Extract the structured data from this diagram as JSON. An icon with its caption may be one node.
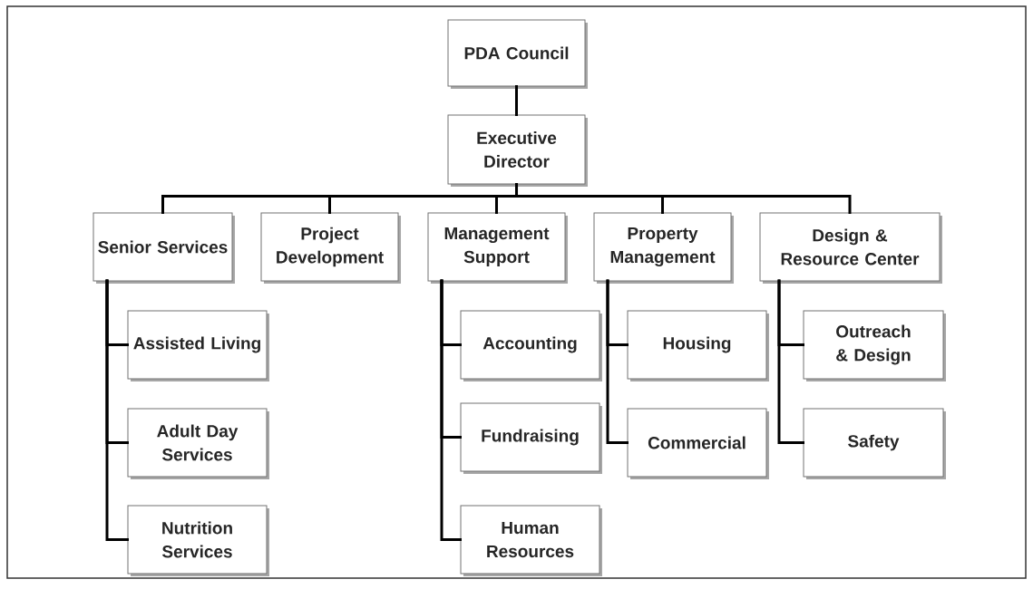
{
  "diagram": {
    "nodes": [
      {
        "text": [
          "PDA Council"
        ]
      },
      {
        "text": [
          "Executive Director"
        ]
      },
      {
        "text": [
          "Senior Services"
        ]
      },
      {
        "text": [
          "Project Development"
        ]
      },
      {
        "text": [
          "Management Support"
        ]
      },
      {
        "text": [
          "Property Management"
        ]
      },
      {
        "text": [
          "Design & Resource Center"
        ]
      },
      {
        "text": [
          "Assisted Living"
        ]
      },
      {
        "text": [
          "Adult Day Services"
        ]
      },
      {
        "text": [
          "Nutrition Services"
        ]
      },
      {
        "text": [
          "Accounting"
        ]
      },
      {
        "text": [
          "Fundraising"
        ]
      },
      {
        "text": [
          "Human Resources"
        ]
      },
      {
        "text": [
          "Housing"
        ]
      },
      {
        "text": [
          "Commercial"
        ]
      },
      {
        "text": [
          "Outreach & Design"
        ]
      },
      {
        "text": [
          "Safety"
        ]
      }
    ],
    "edges": [
      {
        "from": 0,
        "to": 1,
        "arrow": "none"
      },
      {
        "from": 1,
        "to": 2,
        "arrow": "none"
      },
      {
        "from": 1,
        "to": 3,
        "arrow": "none"
      },
      {
        "from": 1,
        "to": 4,
        "arrow": "none"
      },
      {
        "from": 1,
        "to": 5,
        "arrow": "none"
      },
      {
        "from": 1,
        "to": 6,
        "arrow": "none"
      },
      {
        "from": 2,
        "to": 7,
        "arrow": "none"
      },
      {
        "from": 2,
        "to": 8,
        "arrow": "none"
      },
      {
        "from": 2,
        "to": 9,
        "arrow": "none"
      },
      {
        "from": 4,
        "to": 10,
        "arrow": "none"
      },
      {
        "from": 4,
        "to": 11,
        "arrow": "none"
      },
      {
        "from": 4,
        "to": 12,
        "arrow": "none"
      },
      {
        "from": 5,
        "to": 13,
        "arrow": "none"
      },
      {
        "from": 5,
        "to": 14,
        "arrow": "none"
      },
      {
        "from": 6,
        "to": 15,
        "arrow": "none"
      },
      {
        "from": 6,
        "to": 16,
        "arrow": "none"
      }
    ]
  }
}
